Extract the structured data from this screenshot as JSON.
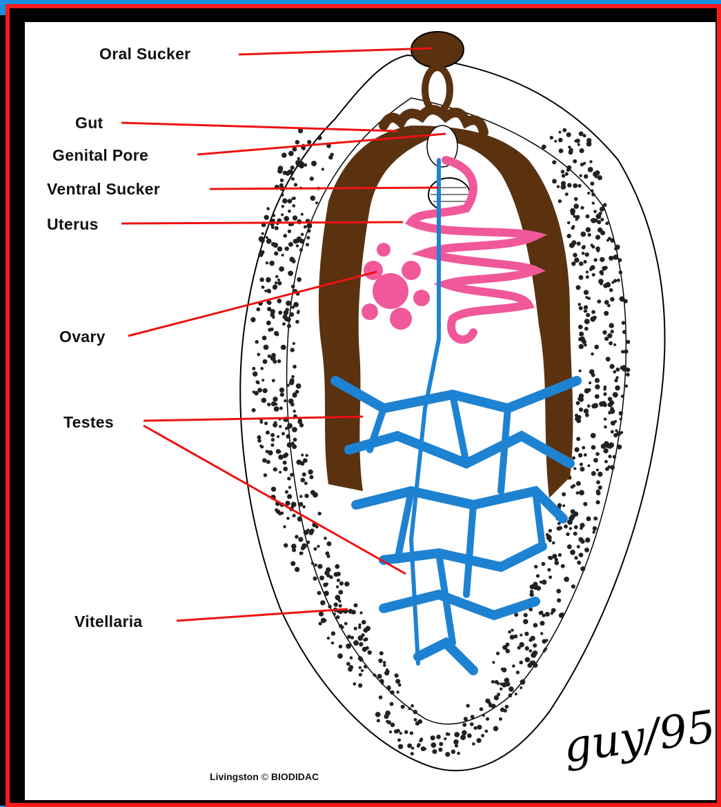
{
  "labels": {
    "oral_sucker": "Oral Sucker",
    "gut": "Gut",
    "genital_pore": "Genital Pore",
    "ventral_sucker": "Ventral Sucker",
    "uterus": "Uterus",
    "ovary": "Ovary",
    "testes": "Testes",
    "vitellaria": "Vitellaria"
  },
  "credit": {
    "author": "Livingston",
    "symbol": "©",
    "source": "BIODIDAC"
  },
  "signature": "guy/95",
  "colors": {
    "frame": "#ff1a1a",
    "gut": "#5a3210",
    "uterus": "#f0589a",
    "testes": "#1e82d2",
    "leader_line": "#ee1111",
    "vitellaria": "#222222"
  }
}
